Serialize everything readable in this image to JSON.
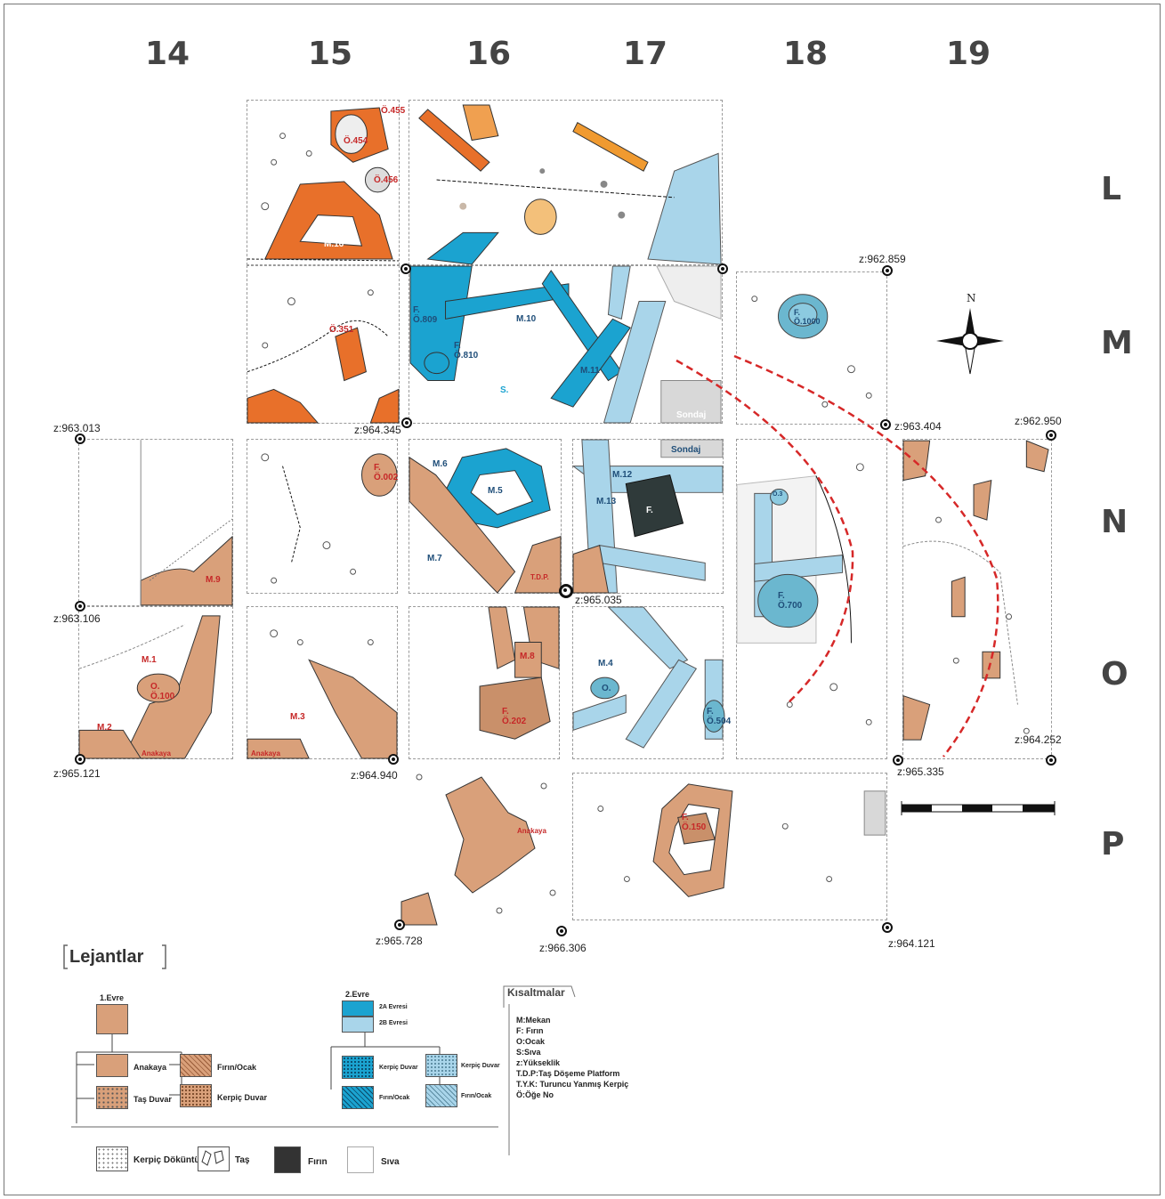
{
  "grid": {
    "columns": [
      "14",
      "15",
      "16",
      "17",
      "18",
      "19"
    ],
    "rows": [
      "L",
      "M",
      "N",
      "O",
      "P"
    ]
  },
  "features": {
    "o455": "Ö.455",
    "o454": "Ö.454",
    "o456": "Ö.456",
    "m16": "M.16",
    "o351": "Ö.351",
    "f809": "F.\nÖ.809",
    "f810": "F.\nÖ.810",
    "m10": "M.10",
    "m11": "M.11",
    "s": "S.",
    "sondaj1": "Sondaj",
    "f1000": "F.\nÖ.1000",
    "m9": "M.9",
    "f002": "F.\nÖ.002",
    "m6": "M.6",
    "m5": "M.5",
    "m7": "M.7",
    "tdp": "T.D.P.",
    "m12": "M.12",
    "m13": "M.13",
    "f_dark": "F.",
    "sondaj2": "Sondaj",
    "o3": "Ö.3",
    "f700": "F.\nÖ.700",
    "m1": "M.1",
    "o100": "O.\nÖ.100",
    "m2": "M.2",
    "anakaya1": "Anakaya",
    "m3": "M.3",
    "anakaya2": "Anakaya",
    "m8": "M.8",
    "f202": "F.\nÖ.202",
    "m4": "M.4",
    "o_small": "O.",
    "f504": "F.\nÖ.504",
    "anakaya3": "Anakaya",
    "f150": "F.\nÖ.150"
  },
  "elevations": {
    "e1": "z:962.859",
    "e2": "z:963.404",
    "e3": "z:962.950",
    "e4": "z:963.013",
    "e5": "z:964.345",
    "e6": "z:963.106",
    "e7": "z:965.035",
    "e8": "z:965.121",
    "e9": "z:964.940",
    "e10": "z:965.335",
    "e11": "z:964.252",
    "e12": "z:965.728",
    "e13": "z:966.306",
    "e14": "z:964.121"
  },
  "north": "N",
  "legend": {
    "title": "Lejantlar",
    "phase1": {
      "title": "1.Evre",
      "anakaya": "Anakaya",
      "tas_duvar": "Taş Duvar",
      "firin_ocak": "Fırın/Ocak",
      "kerpic_duvar": "Kerpiç Duvar"
    },
    "phase2": {
      "title": "2.Evre",
      "a": "2A Evresi",
      "b": "2B Evresi",
      "kerpic_duvar_a": "Kerpiç Duvar",
      "firin_ocak_a": "Fırın/Ocak",
      "kerpic_duvar_b": "Kerpiç Duvar",
      "firin_ocak_b": "Fırın/Ocak"
    },
    "bottom": {
      "kerpic_dokuntu": "Kerpiç Döküntü",
      "tas": "Taş",
      "firin": "Fırın",
      "siva": "Sıva"
    },
    "abbreviations_title": "Kısaltmalar",
    "abbreviations": [
      "M:Mekan",
      "F: Fırın",
      "O:Ocak",
      "S:Sıva",
      "z:Yükseklik",
      "T.D.P:Taş Döşeme Platform",
      "T.Y.K: Turuncu Yanmış Kerpiç",
      "Ö:Öğe No"
    ]
  },
  "colors": {
    "phase1_mudbrick": "#d9a07a",
    "burnt_orange": "#e8702a",
    "phase2a": "#1ba3d0",
    "phase2b": "#a9d5ea",
    "oven_dark": "#2f3a3a",
    "trench_line": "#d62828"
  }
}
